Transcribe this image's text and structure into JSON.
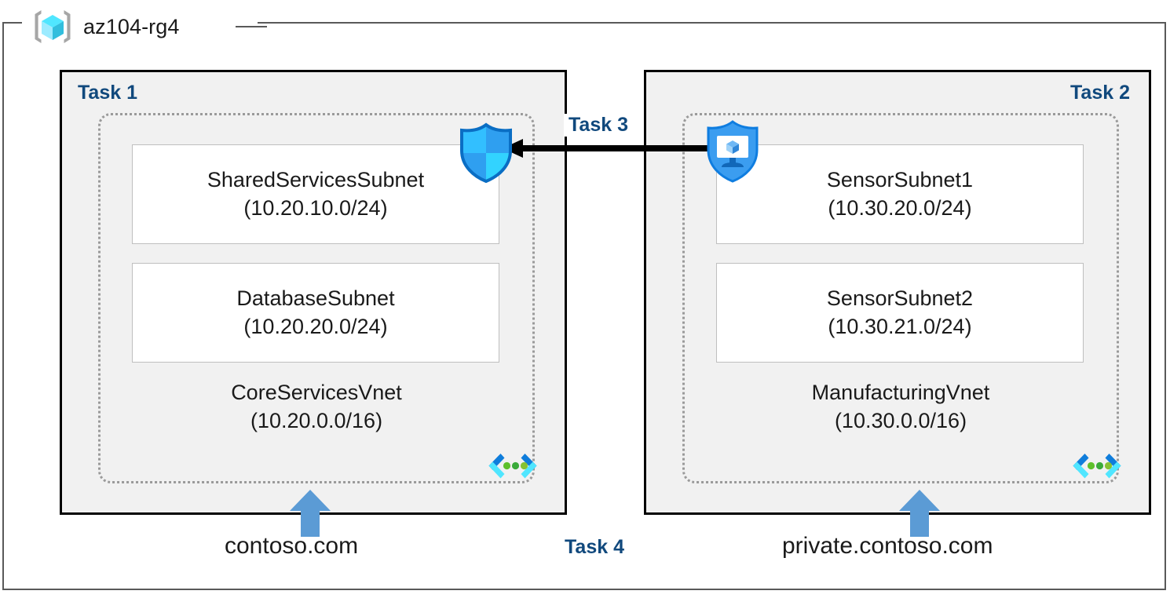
{
  "resource_group": {
    "name": "az104-rg4",
    "icon": "resource-group-cube-icon"
  },
  "panels": [
    {
      "task_label": "Task 1",
      "task_label_align": "left",
      "vnet": {
        "name": "CoreServicesVnet",
        "cidr": "(10.20.0.0/16)",
        "endpoint_icon": "private-endpoint-icon"
      },
      "subnets": [
        {
          "name": "SharedServicesSubnet",
          "cidr": "(10.20.10.0/24)"
        },
        {
          "name": "DatabaseSubnet",
          "cidr": "(10.20.20.0/24)"
        }
      ],
      "dns_zone": "contoso.com",
      "dns_arrow_icon": "dns-link-up-arrow-icon"
    },
    {
      "task_label": "Task 2",
      "task_label_align": "right",
      "vnet": {
        "name": "ManufacturingVnet",
        "cidr": "(10.30.0.0/16)",
        "endpoint_icon": "private-endpoint-icon"
      },
      "subnets": [
        {
          "name": "SensorSubnet1",
          "cidr": "(10.30.20.0/24)"
        },
        {
          "name": "SensorSubnet2",
          "cidr": "(10.30.21.0/24)"
        }
      ],
      "dns_zone": "private.contoso.com",
      "dns_arrow_icon": "dns-link-up-arrow-icon"
    }
  ],
  "connection": {
    "task_label": "Task 3",
    "arrow_icon": "peering-arrow-left-icon",
    "arrow_direction": "left"
  },
  "dns_task": {
    "task_label": "Task 4"
  },
  "icons": {
    "nsg_shield": "nsg-shield-icon",
    "bastion_shield": "bastion-shield-icon"
  },
  "colors": {
    "task_label": "#11497d",
    "panel_fill": "#f1f1f1",
    "panel_border": "#000000",
    "vnet_border": "#9a9a9a",
    "frame_border": "#595959",
    "dns_arrow": "#5b9bd5",
    "cube_light": "#50e6ff",
    "cube_mid": "#32bedd",
    "cube_dark": "#1badd4",
    "shield_light": "#32bfff",
    "shield_mid": "#2f9ff0",
    "shield_dark": "#0078d4",
    "endpoint_blue": "#0078d4",
    "endpoint_cyan": "#50e6ff",
    "endpoint_green": "#5ec02b"
  }
}
